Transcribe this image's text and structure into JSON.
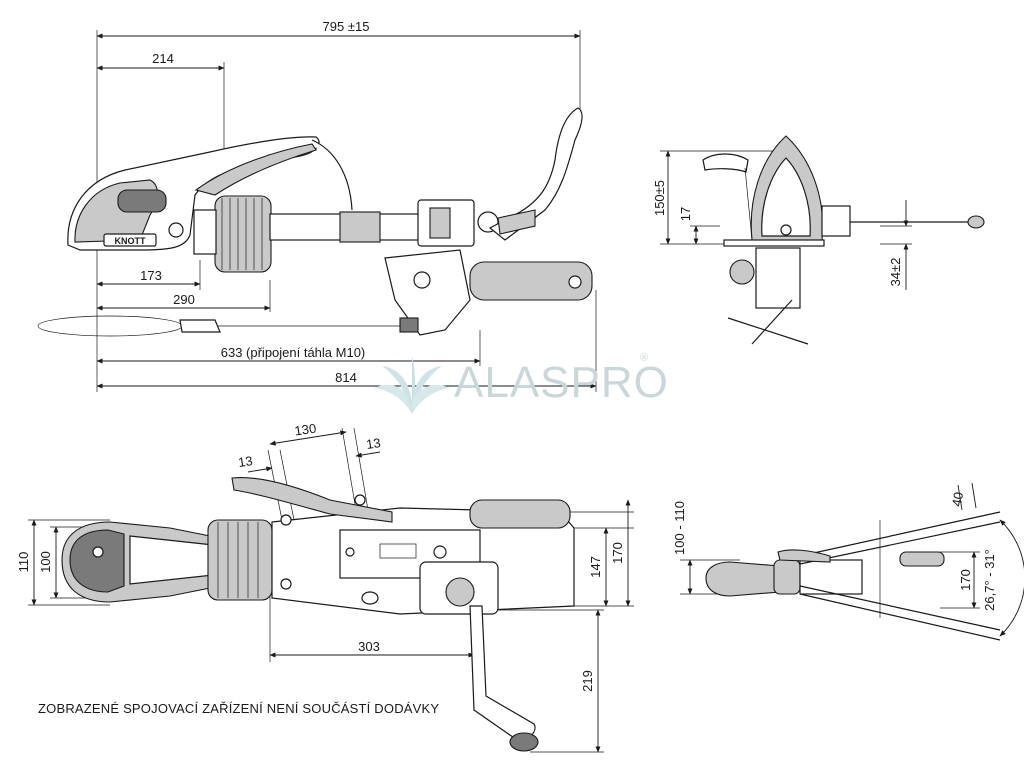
{
  "top_view": {
    "dim_total": "795 ±15",
    "dim_a": "214",
    "dim_b": "173",
    "dim_c": "290",
    "dim_d": "633 (připojení táhla M10)",
    "dim_e": "814",
    "brand": "KNOTT"
  },
  "end_view": {
    "dim_height": "150±5",
    "dim_17": "17",
    "dim_34": "34±2"
  },
  "plan_view": {
    "dim_13a": "13",
    "dim_130": "130",
    "dim_13b": "13",
    "dim_110": "110",
    "dim_100": "100",
    "dim_147": "147",
    "dim_170": "170",
    "dim_303": "303",
    "dim_219": "219"
  },
  "angle_view": {
    "dim_100_110": "100 - 110",
    "dim_40": "40",
    "dim_170": "170",
    "dim_angle": "26,7° - 31°"
  },
  "watermark": {
    "text": "ALASPRO",
    "reg": "®"
  },
  "caption": "ZOBRAZENÉ SPOJOVACÍ ZAŘÍZENÍ NENÍ SOUČÁSTÍ DODÁVKY"
}
